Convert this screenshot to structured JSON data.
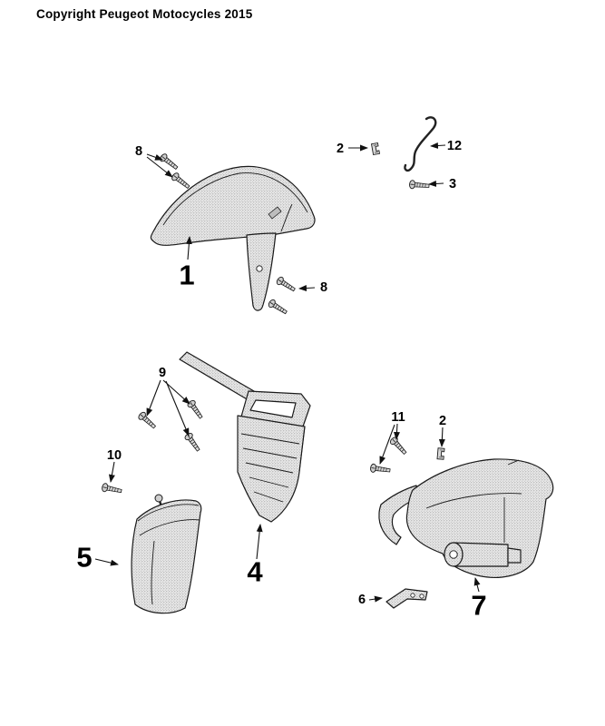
{
  "copyright": "Copyright Peugeot Motocycles 2015",
  "callouts": {
    "part1": "1",
    "part4": "4",
    "part5": "5",
    "part7": "7",
    "screws8_top": "8",
    "clip2_top": "2",
    "wire12": "12",
    "screw3": "3",
    "screws8_bottom": "8",
    "screws9": "9",
    "screw10": "10",
    "screws11": "11",
    "clip2_right": "2",
    "bracket6": "6"
  }
}
